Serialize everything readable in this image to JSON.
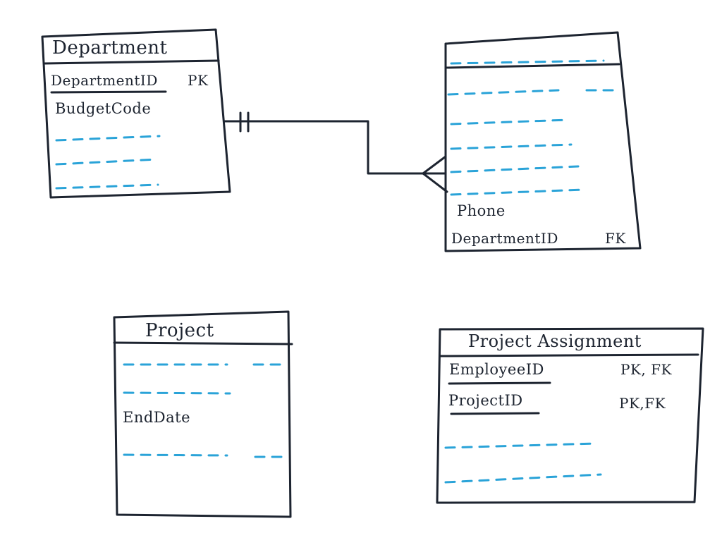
{
  "colors": {
    "ink": "#1d2430",
    "placeholder": "#2aa3d8",
    "background": "#ffffff"
  },
  "entities": {
    "department": {
      "title": "Department",
      "attr_pk": "DepartmentID",
      "pk_tag": "PK",
      "attr_2": "BudgetCode",
      "placeholder_rows": 3
    },
    "employee": {
      "title": "",
      "attr_phone": "Phone",
      "attr_fk": "DepartmentID",
      "fk_tag": "FK",
      "placeholder_rows": 5
    },
    "project": {
      "title": "Project",
      "attr_enddate": "EndDate",
      "placeholder_rows": 3
    },
    "project_assignment": {
      "title": "Project Assignment",
      "attr_1": "EmployeeID",
      "attr_1_tag": "PK, FK",
      "attr_2": "ProjectID",
      "attr_2_tag": "PK,FK",
      "placeholder_rows": 2
    }
  },
  "relationships": [
    {
      "from": "Department",
      "to": "Employee",
      "from_cardinality": "one-and-only-one",
      "to_cardinality": "many"
    }
  ]
}
